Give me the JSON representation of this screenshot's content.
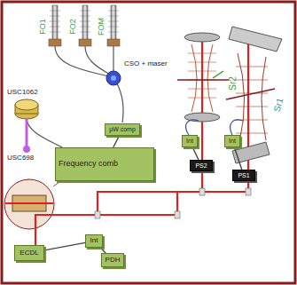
{
  "diagram": {
    "nodes": [
      {
        "text": [
          "μW comp"
        ]
      },
      {
        "text": [
          "Frequency comb"
        ]
      },
      {
        "text": [
          "Int"
        ]
      },
      {
        "text": [
          "PS2"
        ]
      },
      {
        "text": [
          "Int"
        ]
      },
      {
        "text": [
          "PS1"
        ]
      },
      {
        "text": [
          "ECDL"
        ]
      },
      {
        "text": [
          "Int"
        ]
      },
      {
        "text": [
          "PDH"
        ]
      }
    ],
    "edges": [
      {
        "from": 0,
        "to": 1,
        "arrow": "none"
      },
      {
        "from": 2,
        "to": 3,
        "arrow": "none"
      },
      {
        "from": 4,
        "to": 5,
        "arrow": "none"
      },
      {
        "from": 6,
        "to": 7,
        "arrow": "none"
      },
      {
        "from": 7,
        "to": 8,
        "arrow": "none"
      }
    ],
    "labels": [
      "FO1",
      "FO2",
      "FOM",
      "CSO + maser",
      "USC1062",
      "USC698",
      "Sr2",
      "Sr1"
    ]
  }
}
